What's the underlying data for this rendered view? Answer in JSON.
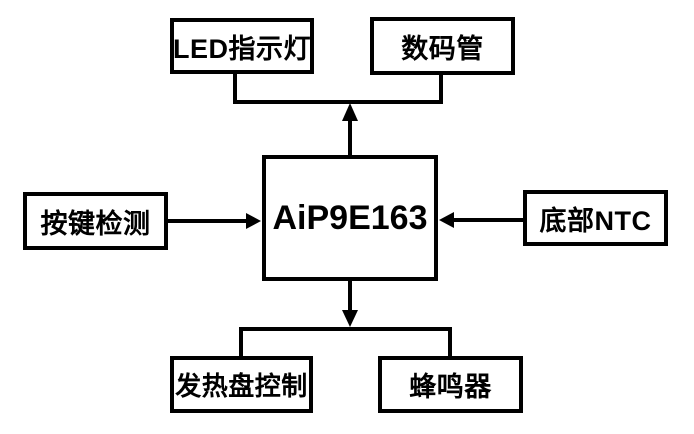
{
  "colors": {
    "background": "#ffffff",
    "line": "#000000",
    "text": "#000000",
    "box_fill": "#ffffff"
  },
  "diagram": {
    "mcu": {
      "label": "AiP9E163"
    },
    "top_left": {
      "label": "LED指示灯"
    },
    "top_right": {
      "label": "数码管"
    },
    "left": {
      "label": "按键检测"
    },
    "right": {
      "label": "底部NTC"
    },
    "bottom_left": {
      "label": "发热盘控制"
    },
    "bottom_right": {
      "label": "蜂鸣器"
    },
    "connections": [
      {
        "from": "AiP9E163",
        "to": [
          "LED指示灯",
          "数码管"
        ],
        "arrow_direction": "up"
      },
      {
        "from": "按键检测",
        "to": "AiP9E163",
        "arrow_direction": "right"
      },
      {
        "from": "底部NTC",
        "to": "AiP9E163",
        "arrow_direction": "left"
      },
      {
        "from": "AiP9E163",
        "to": [
          "发热盘控制",
          "蜂鸣器"
        ],
        "arrow_direction": "down"
      }
    ]
  }
}
